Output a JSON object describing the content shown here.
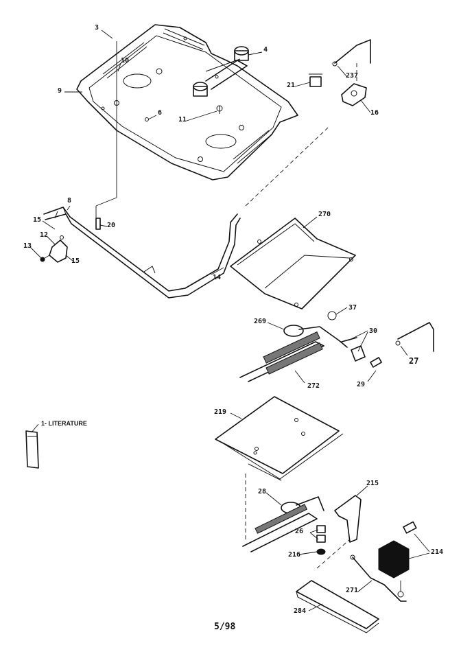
{
  "labels": {
    "p3": "3",
    "p4": "4",
    "p10": "10",
    "p9": "9",
    "p6": "6",
    "p11": "11",
    "p237": "237",
    "p21": "21",
    "p16": "16",
    "p8": "8",
    "p15a": "15",
    "p12": "12",
    "p13": "13",
    "p15b": "15",
    "p20": "20",
    "p14": "14",
    "p270": "270",
    "p37": "37",
    "p269": "269",
    "p30": "30",
    "p27": "27",
    "p272": "272",
    "p29": "29",
    "p219": "219",
    "p28": "28",
    "p215": "215",
    "p26": "26",
    "p216": "216",
    "p214": "214",
    "p271": "271",
    "p284": "284"
  },
  "literature": "1- LITERATURE",
  "footer": "5/98"
}
